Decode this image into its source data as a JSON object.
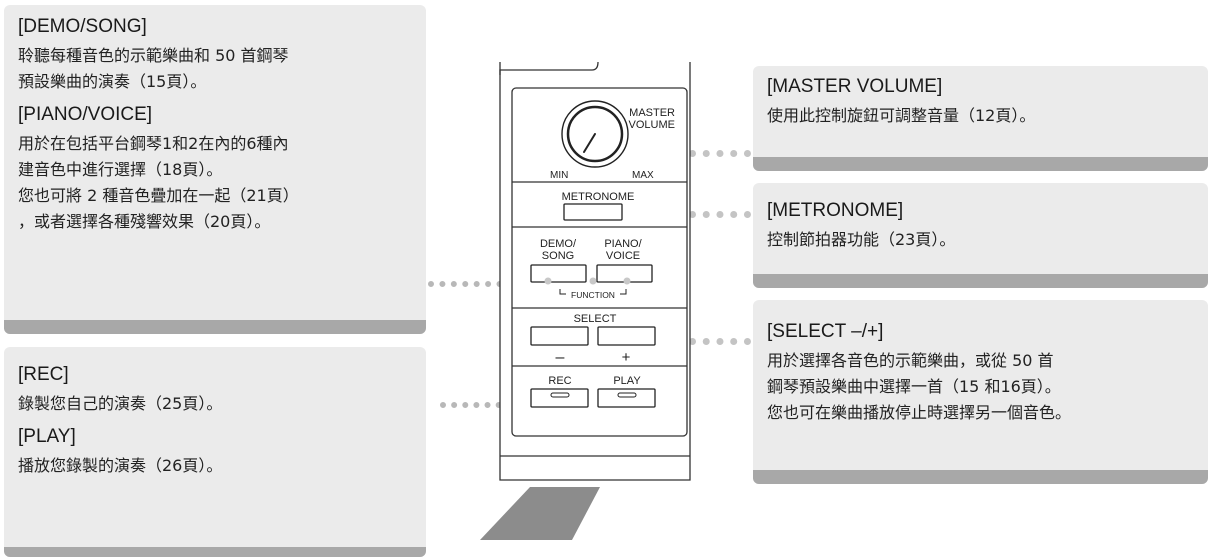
{
  "callouts": {
    "demo_song": {
      "heading": "[DEMO/SONG]",
      "lines": [
        "聆聽每種音色的示範樂曲和 50 首鋼琴",
        "預設樂曲的演奏（15頁）。"
      ]
    },
    "piano_voice": {
      "heading": "[PIANO/VOICE]",
      "lines": [
        "用於在包括平台鋼琴1和2在內的6種內",
        "建音色中進行選擇（18頁）。",
        "您也可將 2 種音色疊加在一起（21頁）",
        "，或者選擇各種殘響效果（20頁）。"
      ]
    },
    "rec": {
      "heading": "[REC]",
      "lines": [
        "錄製您自己的演奏（25頁）。"
      ]
    },
    "play": {
      "heading": "[PLAY]",
      "lines": [
        "播放您錄製的演奏（26頁）。"
      ]
    },
    "master_volume": {
      "heading": "[MASTER VOLUME]",
      "lines": [
        "使用此控制旋鈕可調整音量（12頁）。"
      ]
    },
    "metronome": {
      "heading": "[METRONOME]",
      "lines": [
        "控制節拍器功能（23頁）。"
      ]
    },
    "select": {
      "heading": "[SELECT –/+]",
      "lines": [
        "用於選擇各音色的示範樂曲，或從 50 首",
        "鋼琴預設樂曲中選擇一首（15 和16頁）。",
        "您也可在樂曲播放停止時選擇另一個音色。"
      ]
    }
  },
  "panel": {
    "master_label_1": "MASTER",
    "master_label_2": "VOLUME",
    "min_label": "MIN",
    "max_label": "MAX",
    "metronome_label": "METRONOME",
    "demo_label_1": "DEMO/",
    "demo_label_2": "SONG",
    "piano_label_1": "PIANO/",
    "piano_label_2": "VOICE",
    "function_label": "FUNCTION",
    "select_label": "SELECT",
    "minus_label": "–",
    "plus_label": "+",
    "rec_label": "REC",
    "play_label": "PLAY"
  },
  "colors": {
    "box_bg": "#ebebeb",
    "box_bar": "#a8a8a8",
    "dots": "#b8b8b8"
  }
}
